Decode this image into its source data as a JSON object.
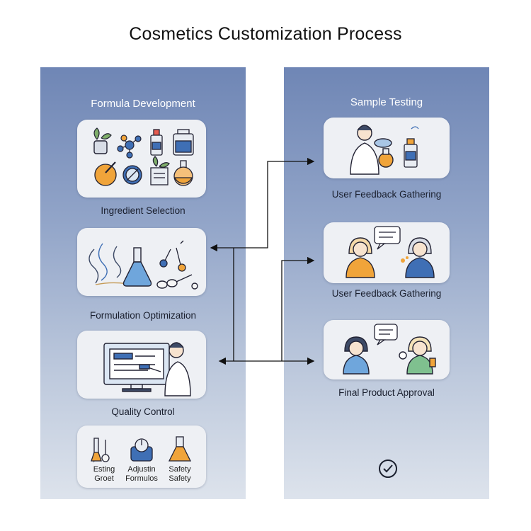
{
  "title": "Cosmetics Customization Process",
  "left_panel": {
    "heading": "Formula Development",
    "stages": [
      {
        "label": "Ingredient Selection"
      },
      {
        "label": "Formulation Optimization"
      },
      {
        "label": "Quality Control"
      }
    ],
    "qc_items": [
      {
        "line1": "Esting",
        "line2": "Groet"
      },
      {
        "line1": "Adjustin",
        "line2": "Formulos"
      },
      {
        "line1": "Safety",
        "line2": "Safety"
      }
    ]
  },
  "right_panel": {
    "heading": "Sample Testing",
    "stages": [
      {
        "label": "User Feedback Gathering"
      },
      {
        "label": "User Feedback Gathering"
      },
      {
        "label": "Final Product Approval"
      }
    ]
  },
  "colors": {
    "panel_top": "#6f86b5",
    "panel_bottom": "#dde3ec",
    "card": "#eef0f4",
    "accent_blue": "#3f6fb5",
    "accent_orange": "#f0a43a"
  }
}
